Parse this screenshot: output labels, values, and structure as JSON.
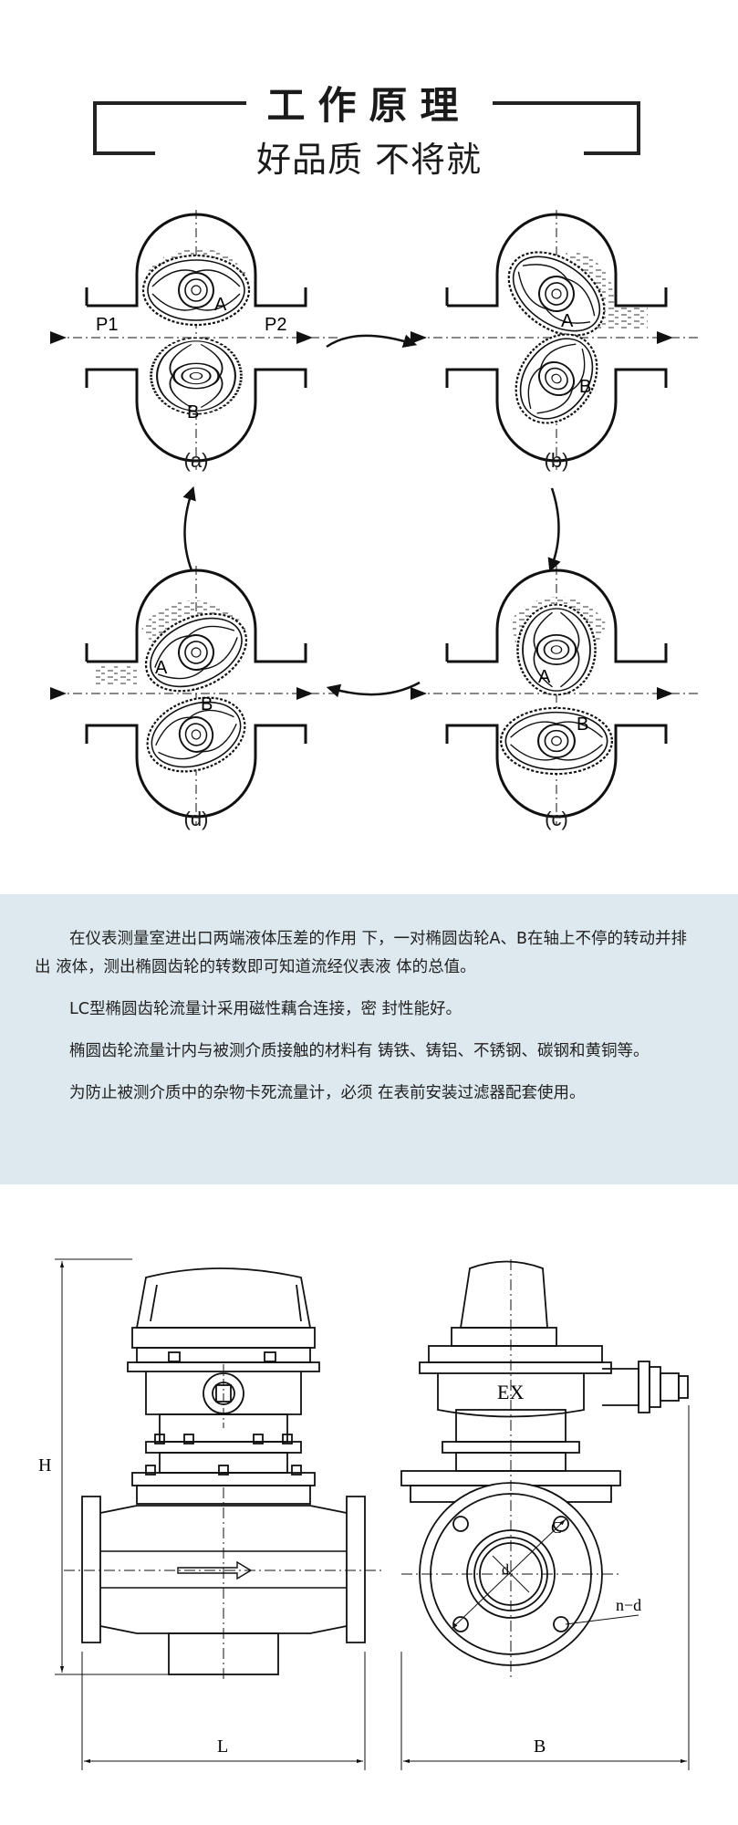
{
  "header": {
    "title": "工作原理",
    "subtitle": "好品质 不将就"
  },
  "diagram": {
    "port_left": "P1",
    "port_right": "P2",
    "gear_a": "A",
    "gear_b": "B",
    "captions": [
      "(a)",
      "(b)",
      "(c)",
      "(d)"
    ]
  },
  "description": {
    "paragraphs": [
      "在仪表测量室进出口两端液体压差的作用 下，一对椭圆齿轮A、B在轴上不停的转动并排出 液体，测出椭圆齿轮的转数即可知道流经仪表液 体的总值。",
      "LC型椭圆齿轮流量计采用磁性藕合连接，密 封性能好。",
      "椭圆齿轮流量计内与被测介质接触的材料有 铸铁、铸铝、不锈钢、碳钢和黄铜等。",
      "为防止被测介质中的杂物卡死流量计，必须 在表前安装过滤器配套使用。"
    ],
    "background_color": "#dde8ef"
  },
  "drawing": {
    "label_h": "H",
    "label_l": "L",
    "label_b": "B",
    "label_ex": "EX",
    "label_c": "C",
    "label_d": "d",
    "label_nd": "n−d"
  }
}
